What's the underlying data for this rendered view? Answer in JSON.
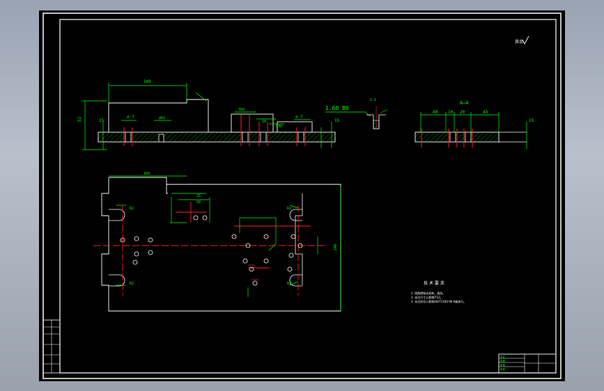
{
  "drawing": {
    "surface_finish_note": "其余",
    "front_view": {
      "dims": {
        "overall_length": "160",
        "height": "52",
        "thickness_left": "15",
        "hole_left": "⌀ 7",
        "slot": "⌀62",
        "step": "350",
        "mid_dim": "10",
        "mid_dim2": "500",
        "hole_right": "⌀ 7",
        "thickness_right": "15"
      },
      "callout": "1.60 B6",
      "detail_label": "1:1"
    },
    "section_view": {
      "label": "A—A",
      "dims": [
        "40",
        "10",
        "20",
        "43"
      ],
      "thickness": "15"
    },
    "plan_view": {
      "dims": {
        "top_width": "320",
        "pocket_w": "25",
        "pocket_w2": "50",
        "right_height": "240"
      },
      "radius_labels": [
        "R2",
        "R2",
        "R2",
        "R2"
      ]
    },
    "technical_requirements": {
      "title": "技 术 要 求",
      "items": [
        "1. 锐角倒钝去毛刺，清洗。",
        "2. 未注尺寸公差按IT12。",
        "3. 未注形位公差按GB/T1184-96 K级执行。"
      ]
    },
    "title_block": {
      "cells": [
        "设计",
        "校核",
        "审核",
        "批准"
      ]
    }
  },
  "colors": {
    "background": "#000000",
    "dimension": "#00ff00",
    "outline": "#ffffff",
    "centerline": "#ff0000",
    "hatch": "#00ff00"
  }
}
